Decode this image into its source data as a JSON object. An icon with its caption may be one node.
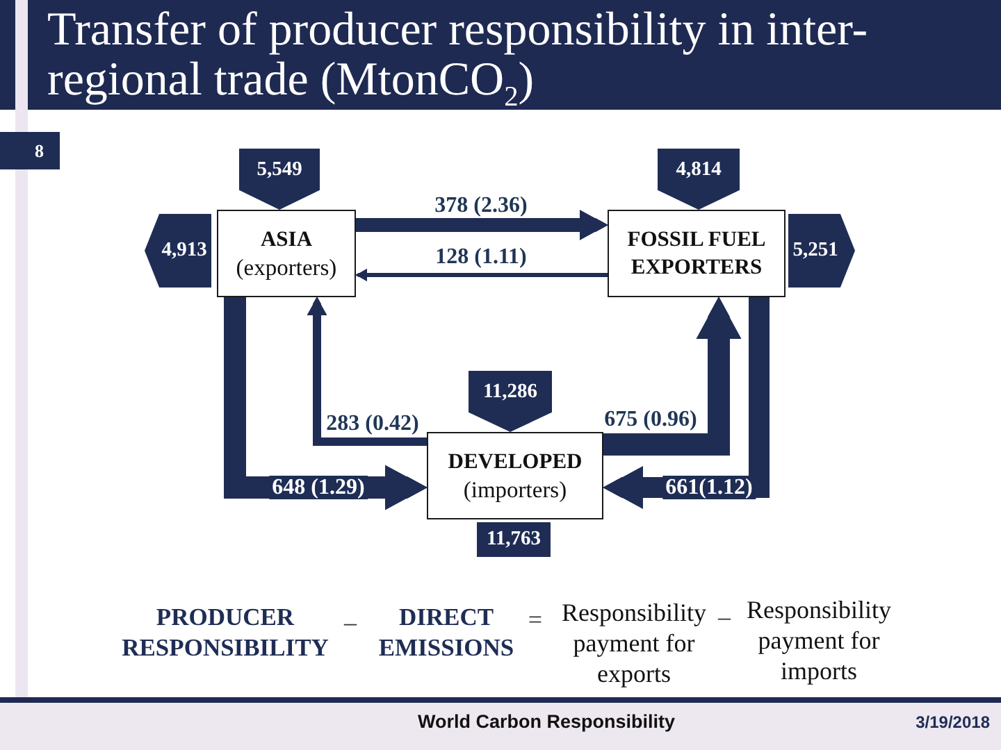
{
  "diagram": {
    "title": "Transfer of producer responsibility in inter-regional trade (MtonCO$_{2}$)",
    "nodes": [
      {
        "text": [
          "5,549"
        ]
      },
      {
        "text": [
          "4,814"
        ]
      },
      {
        "text": [
          "4,913"
        ]
      },
      {
        "text": [
          "ASIA",
          "(exporters)"
        ]
      },
      {
        "text": [
          "FOSSIL FUEL EXPORTERS"
        ]
      },
      {
        "text": [
          "5,251"
        ]
      },
      {
        "text": [
          "11,286"
        ]
      },
      {
        "text": [
          "DEVELOPED",
          "(importers)"
        ]
      },
      {
        "text": [
          "11,763"
        ]
      }
    ],
    "edges": [
      {
        "from": 3,
        "to": 4,
        "arrow": "to",
        "label": "378 (2.36)"
      },
      {
        "from": 4,
        "to": 3,
        "arrow": "to",
        "label": "128 (1.11)"
      },
      {
        "from": 3,
        "to": 7,
        "arrow": "to",
        "label": "648 (1.29)"
      },
      {
        "from": 7,
        "to": 3,
        "arrow": "to",
        "label": "283 (0.42)"
      },
      {
        "from": 7,
        "to": 4,
        "arrow": "to",
        "label": "675 (0.96)"
      },
      {
        "from": 4,
        "to": 7,
        "arrow": "to",
        "label": "661(1.12)"
      }
    ],
    "labels": [
      "8",
      "PRODUCER RESPONSIBILITY",
      "–",
      "DIRECT EMISSIONS",
      "=",
      "Responsibility payment for exports",
      "–",
      "Responsibility payment for imports",
      "World Carbon Responsibility",
      "3/19/2018"
    ]
  }
}
